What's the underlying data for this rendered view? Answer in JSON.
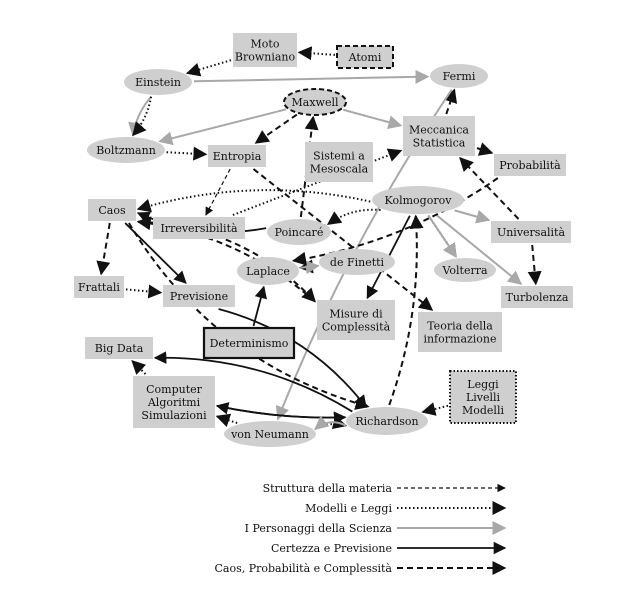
{
  "colors": {
    "node_fill": "#cfcfcf",
    "edge_gray": "#a8a8a8",
    "edge_black": "#111111",
    "background": "#ffffff"
  },
  "nodes": [
    {
      "id": "moto",
      "lines": [
        "Moto",
        "Browniano"
      ],
      "shape": "rect"
    },
    {
      "id": "atomi",
      "lines": [
        "Atomi"
      ],
      "shape": "rect",
      "border": "dashed"
    },
    {
      "id": "einstein",
      "lines": [
        "Einstein"
      ],
      "shape": "ellipse"
    },
    {
      "id": "fermi",
      "lines": [
        "Fermi"
      ],
      "shape": "ellipse"
    },
    {
      "id": "maxwell",
      "lines": [
        "Maxwell"
      ],
      "shape": "ellipse",
      "border": "dashed"
    },
    {
      "id": "meccanica",
      "lines": [
        "Meccanica",
        "Statistica"
      ],
      "shape": "rect"
    },
    {
      "id": "boltzmann",
      "lines": [
        "Boltzmann"
      ],
      "shape": "ellipse"
    },
    {
      "id": "entropia",
      "lines": [
        "Entropia"
      ],
      "shape": "rect"
    },
    {
      "id": "sistemi",
      "lines": [
        "Sistemi a",
        "Mesoscala"
      ],
      "shape": "rect"
    },
    {
      "id": "probabilita",
      "lines": [
        "Probabilità"
      ],
      "shape": "rect"
    },
    {
      "id": "kolmogorov",
      "lines": [
        "Kolmogorov"
      ],
      "shape": "ellipse"
    },
    {
      "id": "caos",
      "lines": [
        "Caos"
      ],
      "shape": "rect"
    },
    {
      "id": "irreversibilita",
      "lines": [
        "Irreversibilità"
      ],
      "shape": "rect"
    },
    {
      "id": "poincare",
      "lines": [
        "Poincaré"
      ],
      "shape": "ellipse"
    },
    {
      "id": "universalita",
      "lines": [
        "Universalità"
      ],
      "shape": "rect"
    },
    {
      "id": "laplace",
      "lines": [
        "Laplace"
      ],
      "shape": "ellipse"
    },
    {
      "id": "definetti",
      "lines": [
        "de Finetti"
      ],
      "shape": "ellipse"
    },
    {
      "id": "volterra",
      "lines": [
        "Volterra"
      ],
      "shape": "ellipse"
    },
    {
      "id": "frattali",
      "lines": [
        "Frattali"
      ],
      "shape": "rect"
    },
    {
      "id": "previsione",
      "lines": [
        "Previsione"
      ],
      "shape": "rect"
    },
    {
      "id": "turbolenza",
      "lines": [
        "Turbolenza"
      ],
      "shape": "rect"
    },
    {
      "id": "misure",
      "lines": [
        "Misure di",
        "Complessità"
      ],
      "shape": "rect"
    },
    {
      "id": "teoria",
      "lines": [
        "Teoria della",
        "informazione"
      ],
      "shape": "rect"
    },
    {
      "id": "determinismo",
      "lines": [
        "Determinismo"
      ],
      "shape": "rect",
      "border": "solid-thick"
    },
    {
      "id": "bigdata",
      "lines": [
        "Big Data"
      ],
      "shape": "rect"
    },
    {
      "id": "computer",
      "lines": [
        "Computer",
        "Algoritmi",
        "Simulazioni"
      ],
      "shape": "rect"
    },
    {
      "id": "leggi",
      "lines": [
        "Leggi",
        "Livelli",
        "Modelli"
      ],
      "shape": "rect",
      "border": "dotted"
    },
    {
      "id": "richardson",
      "lines": [
        "Richardson"
      ],
      "shape": "ellipse"
    },
    {
      "id": "vonneumann",
      "lines": [
        "von Neumann"
      ],
      "shape": "ellipse"
    }
  ],
  "edges": [
    {
      "from": "atomi",
      "to": "moto",
      "style": "modelli"
    },
    {
      "from": "moto",
      "to": "einstein",
      "style": "modelli"
    },
    {
      "from": "einstein",
      "to": "fermi",
      "style": "personaggi"
    },
    {
      "from": "einstein",
      "to": "boltzmann",
      "style": "personaggi"
    },
    {
      "from": "einstein",
      "to": "boltzmann",
      "style": "modelli"
    },
    {
      "from": "maxwell",
      "to": "boltzmann",
      "style": "personaggi"
    },
    {
      "from": "maxwell",
      "to": "entropia",
      "style": "caos"
    },
    {
      "from": "maxwell",
      "to": "meccanica",
      "style": "personaggi"
    },
    {
      "from": "meccanica",
      "to": "fermi",
      "style": "caos"
    },
    {
      "from": "meccanica",
      "to": "probabilita",
      "style": "caos"
    },
    {
      "from": "boltzmann",
      "to": "entropia",
      "style": "modelli"
    },
    {
      "from": "entropia",
      "to": "irreversibilita",
      "style": "materia"
    },
    {
      "from": "entropia",
      "to": "teoria",
      "style": "caos"
    },
    {
      "from": "irreversibilita",
      "to": "meccanica",
      "style": "modelli"
    },
    {
      "from": "poincare",
      "to": "maxwell",
      "style": "caos"
    },
    {
      "from": "poincare",
      "to": "caos",
      "style": "certezza"
    },
    {
      "from": "kolmogorov",
      "to": "caos",
      "style": "modelli"
    },
    {
      "from": "kolmogorov",
      "to": "volterra",
      "style": "modelli"
    },
    {
      "from": "kolmogorov",
      "to": "turbolenza",
      "style": "personaggi"
    },
    {
      "from": "kolmogorov",
      "to": "volterra",
      "style": "personaggi"
    },
    {
      "from": "kolmogorov",
      "to": "poincare",
      "style": "modelli"
    },
    {
      "from": "fermi",
      "to": "vonneumann",
      "style": "personaggi"
    },
    {
      "from": "definetti",
      "to": "laplace",
      "style": "modelli"
    },
    {
      "from": "laplace",
      "to": "definetti",
      "style": "personaggi"
    },
    {
      "from": "probabilita",
      "to": "laplace",
      "style": "caos"
    },
    {
      "from": "universalita",
      "to": "meccanica",
      "style": "caos"
    },
    {
      "from": "universalita",
      "to": "turbolenza",
      "style": "caos"
    },
    {
      "from": "kolmogorov",
      "to": "universalita",
      "style": "personaggi"
    },
    {
      "from": "determinismo",
      "to": "laplace",
      "style": "certezza"
    },
    {
      "from": "caos",
      "to": "frattali",
      "style": "caos"
    },
    {
      "from": "caos",
      "to": "previsione",
      "style": "certezza"
    },
    {
      "from": "caos",
      "to": "misure",
      "style": "caos"
    },
    {
      "from": "misure",
      "to": "caos",
      "style": "caos"
    },
    {
      "from": "caos",
      "to": "richardson",
      "style": "caos"
    },
    {
      "from": "previsione",
      "to": "richardson",
      "style": "certezza"
    },
    {
      "from": "frattali",
      "to": "previsione",
      "style": "modelli"
    },
    {
      "from": "computer",
      "to": "bigdata",
      "style": "modelli"
    },
    {
      "from": "computer",
      "to": "richardson",
      "style": "certezza"
    },
    {
      "from": "richardson",
      "to": "computer",
      "style": "certezza"
    },
    {
      "from": "vonneumann",
      "to": "computer",
      "style": "modelli"
    },
    {
      "from": "vonneumann",
      "to": "richardson",
      "style": "modelli"
    },
    {
      "from": "richardson",
      "to": "vonneumann",
      "style": "personaggi"
    },
    {
      "from": "leggi",
      "to": "richardson",
      "style": "modelli"
    },
    {
      "from": "richardson",
      "to": "kolmogorov",
      "style": "caos"
    },
    {
      "from": "kolmogorov",
      "to": "misure",
      "style": "certezza"
    },
    {
      "from": "richardson",
      "to": "bigdata",
      "style": "certezza"
    }
  ],
  "legend": [
    {
      "label": "Struttura della materia",
      "style": "materia"
    },
    {
      "label": "Modelli e Leggi",
      "style": "modelli"
    },
    {
      "label": "I Personaggi della Scienza",
      "style": "personaggi"
    },
    {
      "label": "Certezza e Previsione",
      "style": "certezza"
    },
    {
      "label": "Caos, Probabilità e Complessità",
      "style": "caos"
    }
  ]
}
